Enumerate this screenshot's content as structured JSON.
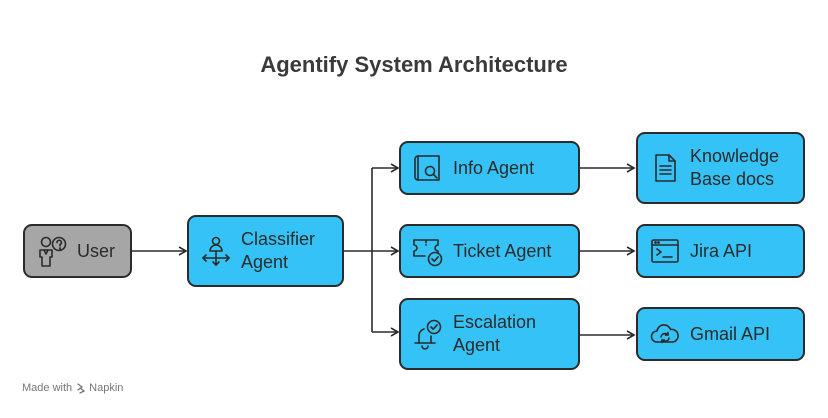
{
  "title": "Agentify System Architecture",
  "nodes": {
    "user": {
      "label": "User",
      "icon": "user-question-icon"
    },
    "classifier": {
      "label": "Classifier\nAgent",
      "icon": "router-person-icon"
    },
    "info": {
      "label": "Info Agent",
      "icon": "book-search-icon"
    },
    "ticket": {
      "label": "Ticket Agent",
      "icon": "ticket-check-icon"
    },
    "escalation": {
      "label": "Escalation\nAgent",
      "icon": "bell-check-icon"
    },
    "knowledge": {
      "label": "Knowledge\nBase docs",
      "icon": "document-icon"
    },
    "jira": {
      "label": "Jira API",
      "icon": "code-window-icon"
    },
    "gmail": {
      "label": "Gmail API",
      "icon": "cloud-sync-icon"
    }
  },
  "footer": {
    "made_with": "Made with",
    "brand": "Napkin"
  },
  "colors": {
    "agent": "#35c3f7",
    "user": "#a6a6a6",
    "stroke": "#2b2b2b"
  }
}
